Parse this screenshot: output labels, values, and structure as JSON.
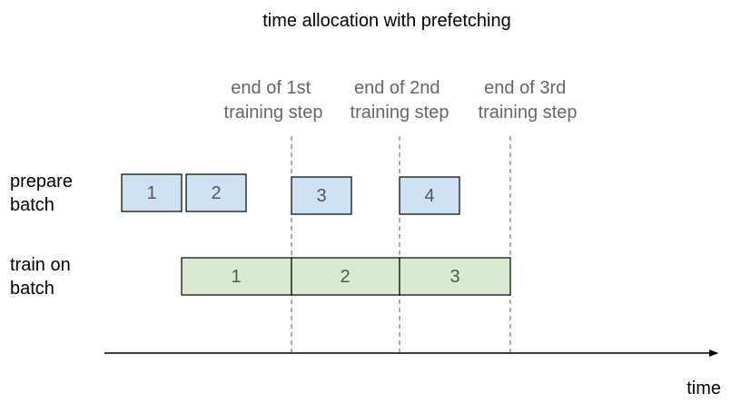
{
  "title": "time allocation with prefetching",
  "rows": {
    "prepare": [
      "prepare",
      "batch"
    ],
    "train": [
      "train on",
      "batch"
    ]
  },
  "markers": [
    {
      "lines": [
        "end of 1st",
        "training step"
      ]
    },
    {
      "lines": [
        "end of 2nd",
        "training step"
      ]
    },
    {
      "lines": [
        "end of 3rd",
        "training step"
      ]
    }
  ],
  "prepare_batches": [
    "1",
    "2",
    "3",
    "4"
  ],
  "train_batches": [
    "1",
    "2",
    "3"
  ],
  "axis_label": "time",
  "colors": {
    "prepare_fill": "#cfe2f3",
    "train_fill": "#d9ead3",
    "marker_text": "#666666"
  }
}
